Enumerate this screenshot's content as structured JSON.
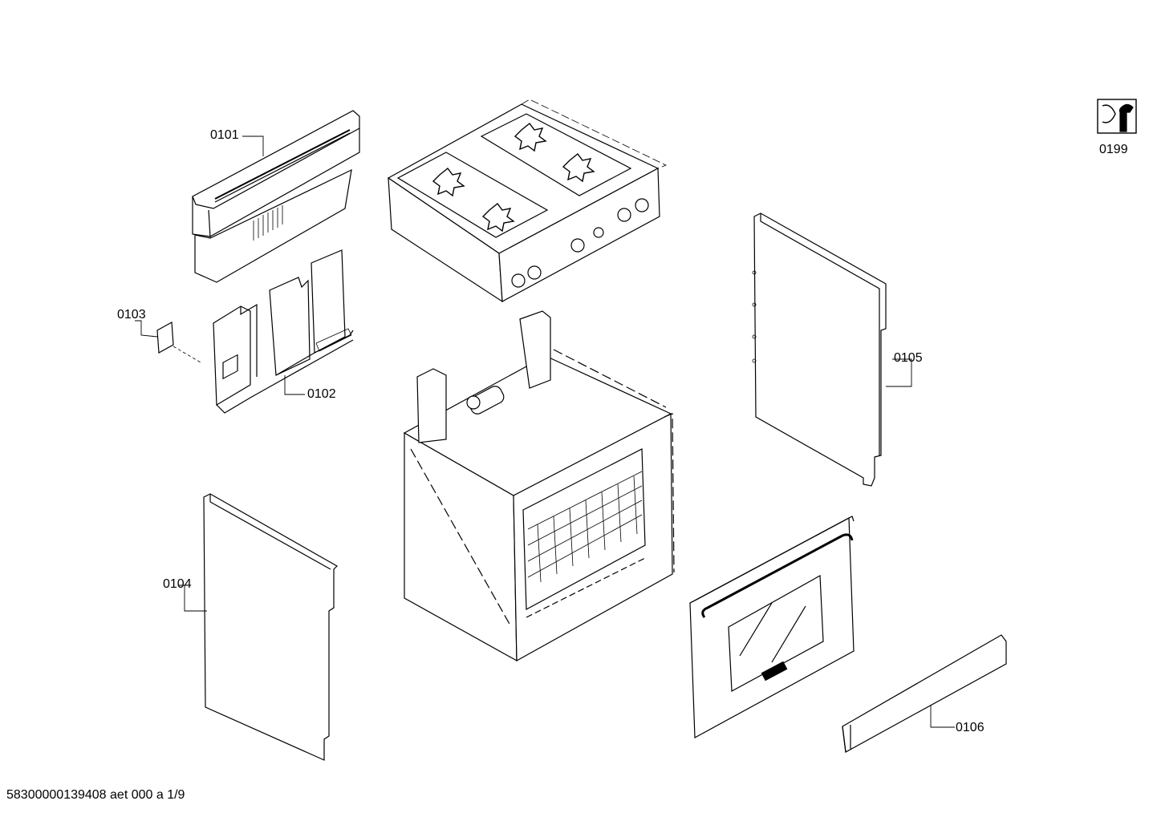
{
  "parts": [
    {
      "id": "0101",
      "label": "0101"
    },
    {
      "id": "0102",
      "label": "0102"
    },
    {
      "id": "0103",
      "label": "0103"
    },
    {
      "id": "0104",
      "label": "0104"
    },
    {
      "id": "0105",
      "label": "0105"
    },
    {
      "id": "0106",
      "label": "0106"
    },
    {
      "id": "0199",
      "label": "0199"
    }
  ],
  "footer": "58300000139408 aet 000 a 1/9"
}
